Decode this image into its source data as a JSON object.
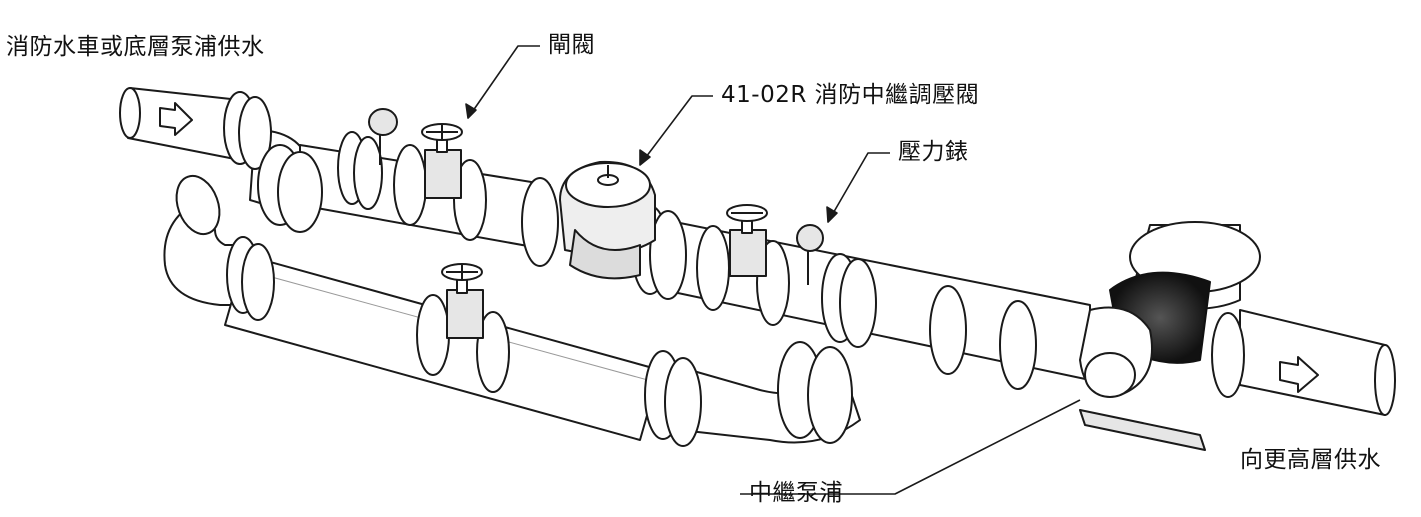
{
  "labels": {
    "source": "消防水車或底層泵浦供水",
    "gate_valve": "閘閥",
    "prv": "41-02R 消防中繼調壓閥",
    "gauge": "壓力錶",
    "supply_up": "向更高層供水",
    "booster_pump": "中繼泵浦"
  },
  "colors": {
    "line": "#1a1a1a",
    "pipe_fill": "#ffffff",
    "shade": "#d9d9d9",
    "valve_body": "#e6e6e6"
  }
}
